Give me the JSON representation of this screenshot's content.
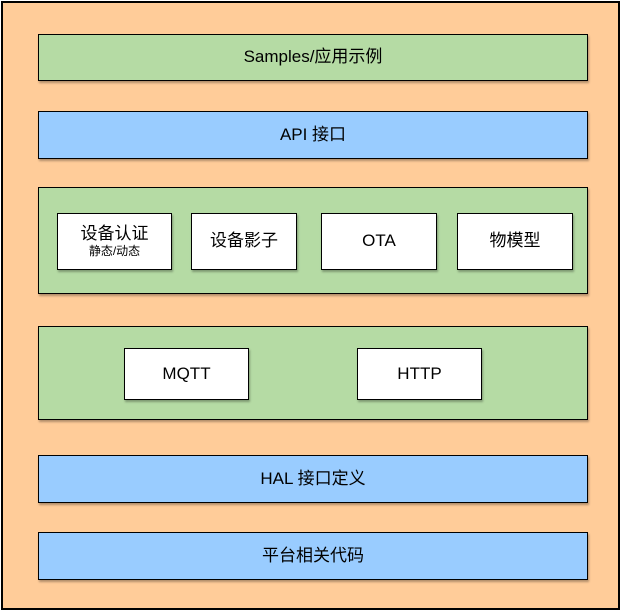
{
  "diagram": {
    "colors": {
      "canvas_background": "#ffcc99",
      "green_layer": "#b5dba4",
      "blue_layer": "#99ccff",
      "box_fill": "#ffffff",
      "border": "#000000",
      "text": "#000000"
    },
    "layers": {
      "samples": {
        "label": "Samples/应用示例"
      },
      "api": {
        "label": "API 接口"
      },
      "features": {
        "items": [
          {
            "label": "设备认证",
            "sublabel": "静态/动态"
          },
          {
            "label": "设备影子"
          },
          {
            "label": "OTA"
          },
          {
            "label": "物模型"
          }
        ]
      },
      "protocols": {
        "items": [
          {
            "label": "MQTT"
          },
          {
            "label": "HTTP"
          }
        ]
      },
      "hal": {
        "label": "HAL 接口定义"
      },
      "platform": {
        "label": "平台相关代码"
      }
    }
  }
}
